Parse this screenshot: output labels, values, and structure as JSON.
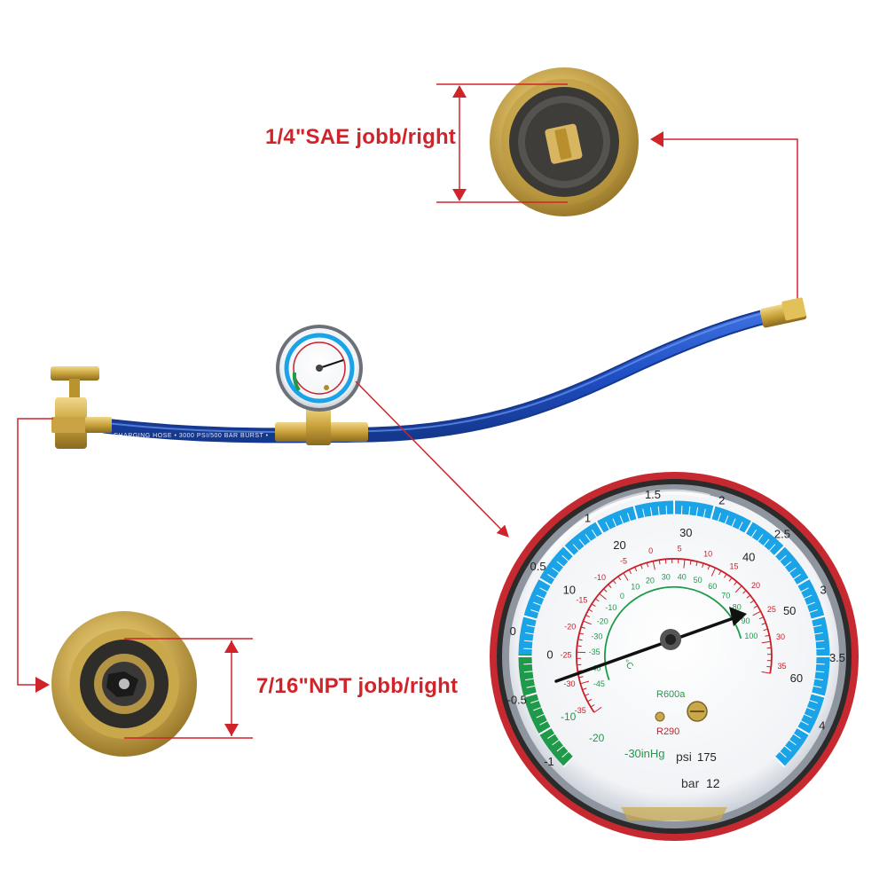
{
  "callouts": {
    "top_fitting": "1/4\"SAE jobb/right",
    "bottom_fitting": "7/16\"NPT jobb/right"
  },
  "hose": {
    "print_text": "CHARGING HOSE • 3000 PSI/500 BAR BURST •"
  },
  "gauge": {
    "bar_scale": [
      "-1",
      "-0.5",
      "0",
      "0.5",
      "1",
      "1.5",
      "2",
      "2.5",
      "3",
      "3.5",
      "4",
      "12"
    ],
    "psi_scale": [
      "-30inHg",
      "0",
      "10",
      "20",
      "30",
      "40",
      "50",
      "60",
      "175"
    ],
    "r600a_scale": [
      "-35",
      "-30",
      "-25",
      "-20",
      "-15",
      "-10",
      "-5",
      "0",
      "5",
      "10",
      "15",
      "20",
      "25",
      "30",
      "35"
    ],
    "r290_scale": [
      "-45",
      "-40",
      "-35",
      "-30",
      "-20",
      "-10",
      "0",
      "10",
      "20",
      "30",
      "40",
      "50",
      "60",
      "70",
      "80",
      "90",
      "100"
    ],
    "green_scale": [
      "-10",
      "-20"
    ],
    "unit_psi": "psi",
    "unit_bar": "bar",
    "unit_celsius": "°C",
    "refrigerant_1": "R600a",
    "refrigerant_2": "R290"
  },
  "colors": {
    "callout_red": "#d0242b",
    "hose_blue": "#1f4fc4",
    "brass": "#c9a23a",
    "scale_blue": "#1aa3e6",
    "scale_green": "#1e9a4a",
    "scale_red": "#c8202a"
  },
  "icons": [
    "valve-tap-icon",
    "gauge-icon",
    "fitting-icon"
  ]
}
